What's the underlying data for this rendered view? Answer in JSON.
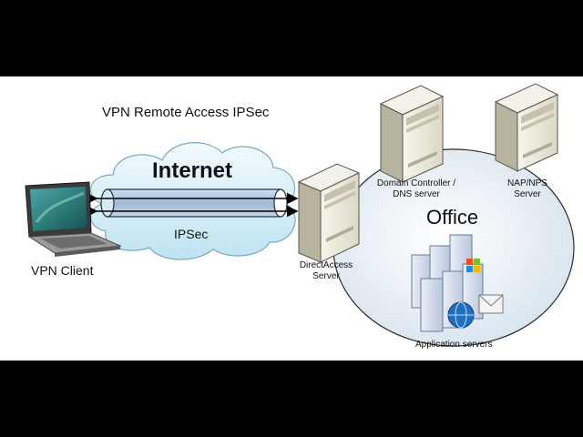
{
  "diagram": {
    "title": "VPN Remote Access IPSec",
    "cloud_label": "Internet",
    "tunnel_label": "IPSec",
    "client_label": "VPN Client",
    "office_label": "Office",
    "directaccess_label_line1": "DirectAccess",
    "directaccess_label_line2": "Server",
    "domain_controller_label_line1": "Domain Controller /",
    "domain_controller_label_line2": "DNS server",
    "nap_label_line1": "NAP/NPS",
    "nap_label_line2": "Server",
    "app_servers_label": "Application servers"
  },
  "colors": {
    "letterbox": "#000000",
    "background": "#ffffff",
    "cloud_fill": "#d3edf7",
    "office_fill": "#e6eef4",
    "tunnel_fill": "#a9c3dc",
    "server_body": "#ece9d8"
  }
}
